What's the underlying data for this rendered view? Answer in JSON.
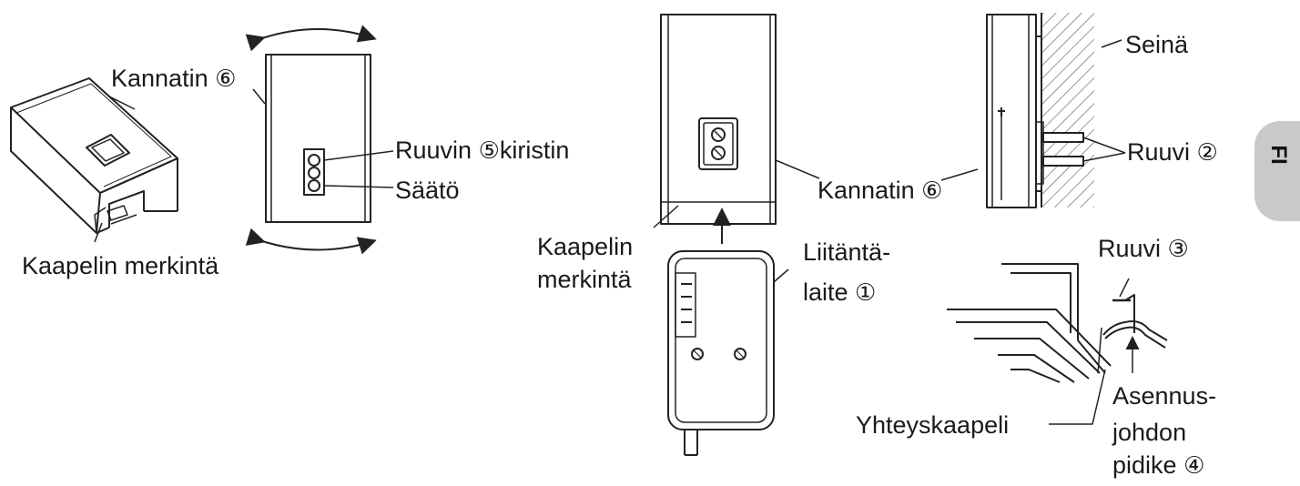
{
  "labels": {
    "kannatin_left": "Kannatin",
    "num6_left": "⑥",
    "kaapelin_merkinta_left": "Kaapelin merkintä",
    "ruuvin": "Ruuvin",
    "num5": "⑤",
    "kiristin": "kiristin",
    "saato": "Säätö",
    "kaapelin_mid": "Kaapelin",
    "merkinta_mid": "merkintä",
    "liitanta": "Liitäntä-",
    "laite": "laite",
    "num1": "①",
    "kannatin_mid": "Kannatin",
    "num6_mid": "⑥",
    "seina": "Seinä",
    "ruuvi2": "Ruuvi",
    "num2": "②",
    "ruuvi3": "Ruuvi",
    "num3": "③",
    "asennus": "Asennus-",
    "johdon": "johdon",
    "pidike": "pidike",
    "num4": "④",
    "yhteyskaapeli": "Yhteyskaapeli",
    "fi_tab": "FI"
  }
}
